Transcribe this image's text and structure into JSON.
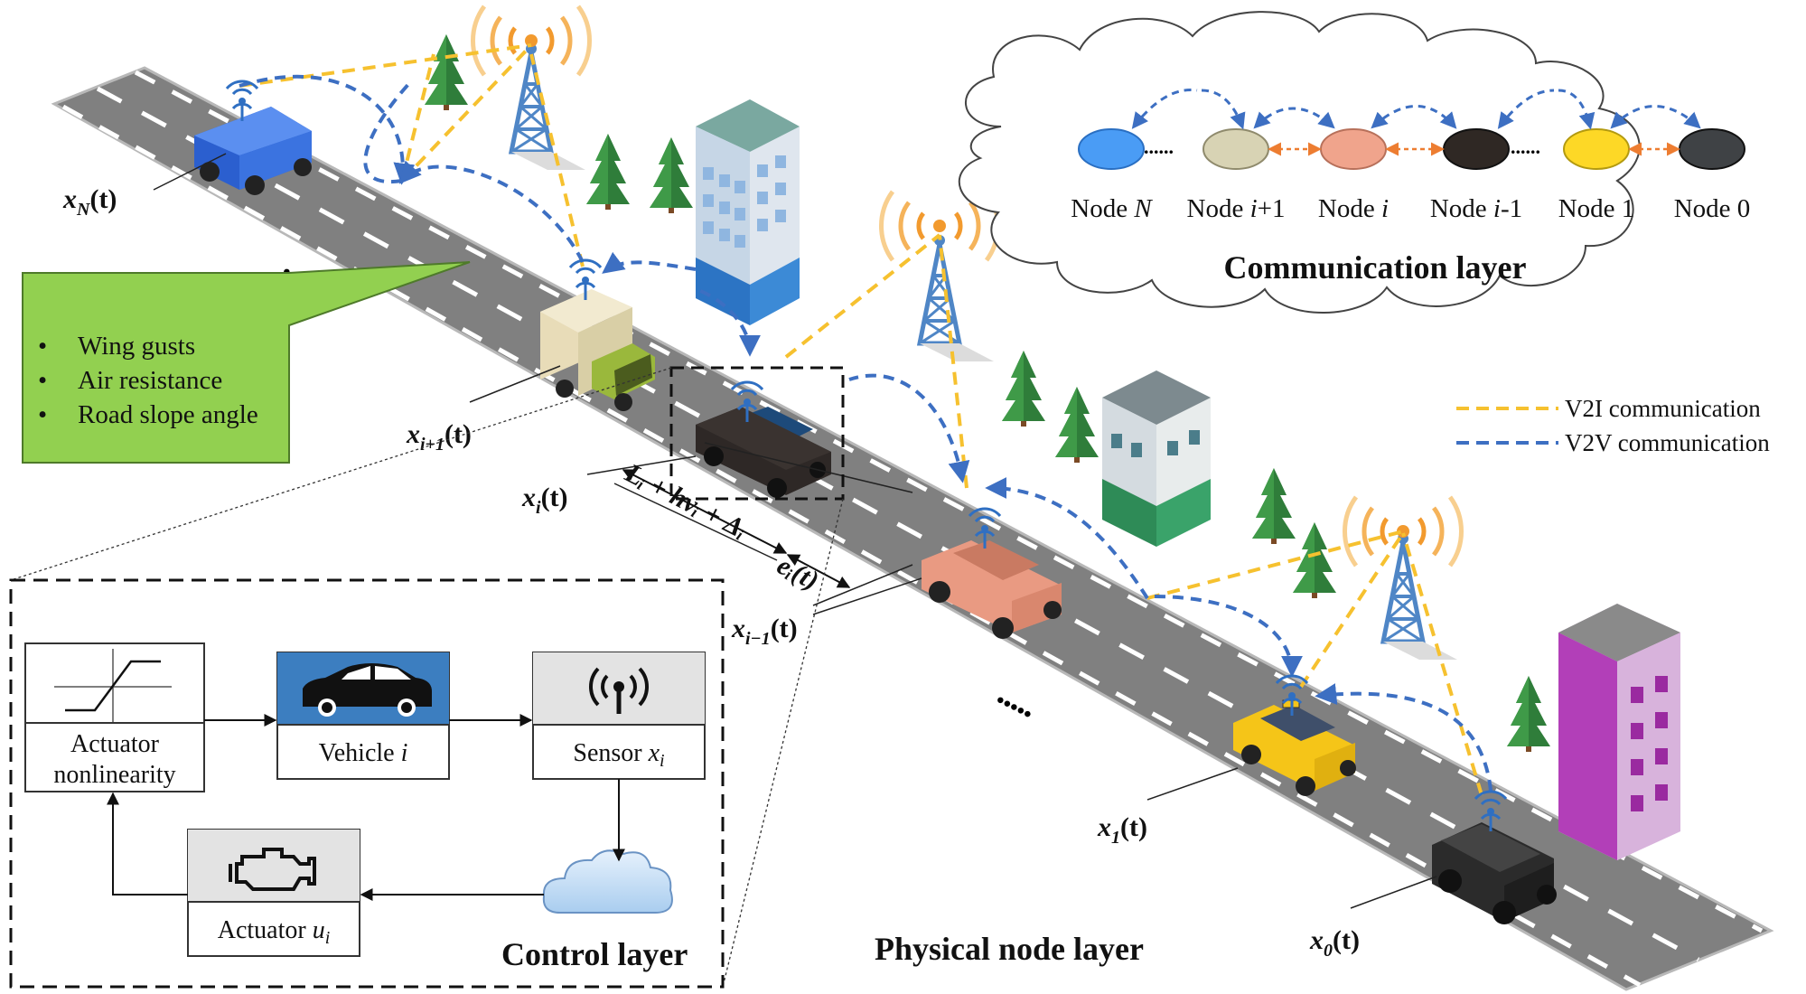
{
  "communication_layer": {
    "title": "Communication layer",
    "nodes": [
      {
        "label_prefix": "Node ",
        "label_var": "N",
        "label_suffix": "",
        "color": "#4a9cf5"
      },
      {
        "label_prefix": "Node ",
        "label_var": "i",
        "label_suffix": "+1",
        "color": "#d8d3b4"
      },
      {
        "label_prefix": "Node ",
        "label_var": "i",
        "label_suffix": "",
        "color": "#f0a48c"
      },
      {
        "label_prefix": "Node ",
        "label_var": "i",
        "label_suffix": "-1",
        "color": "#2f2824"
      },
      {
        "label_prefix": "Node ",
        "label_var": "",
        "label_suffix": "1",
        "color": "#fdd826"
      },
      {
        "label_prefix": "Node ",
        "label_var": "",
        "label_suffix": "0",
        "color": "#3f4245"
      }
    ],
    "ellipsis": "......"
  },
  "legend": {
    "v2i": {
      "label": "V2I communication",
      "color": "#f6c12f"
    },
    "v2v": {
      "label": "V2V communication",
      "color": "#3d6fc2"
    }
  },
  "disturbances": {
    "items": [
      "Wing gusts",
      "Air resistance",
      "Road slope angle"
    ],
    "bullet": "•",
    "fill": "#92d050"
  },
  "vehicle_labels": {
    "xN": {
      "main": "x",
      "sub": "N",
      "arg": "(t)"
    },
    "xi1": {
      "main": "x",
      "sub": "i+1",
      "arg": "(t)"
    },
    "xi": {
      "main": "x",
      "sub": "i",
      "arg": "(t)"
    },
    "xim1": {
      "main": "x",
      "sub": "i−1",
      "arg": "(t)"
    },
    "x1": {
      "main": "x",
      "sub": "1",
      "arg": "(t)"
    },
    "x0": {
      "main": "x",
      "sub": "0",
      "arg": "(t)"
    }
  },
  "spacing": {
    "desired": "Lᵢ + hvᵢ + Δᵢ",
    "error": "eᵢ(t)"
  },
  "road_ellipsis": "•••••",
  "control_layer": {
    "title": "Control layer",
    "actuator_nonlinearity": [
      "Actuator",
      "nonlinearity"
    ],
    "vehicle_prefix": "Vehicle ",
    "vehicle_var": "i",
    "sensor_prefix": "Sensor ",
    "sensor_var": "x",
    "sensor_sub": "i",
    "actuator_prefix": "Actuator ",
    "actuator_var": "u",
    "actuator_sub": "i",
    "vehicle_box_color": "#3c7ec0"
  },
  "physical_layer": {
    "title": "Physical node layer"
  }
}
